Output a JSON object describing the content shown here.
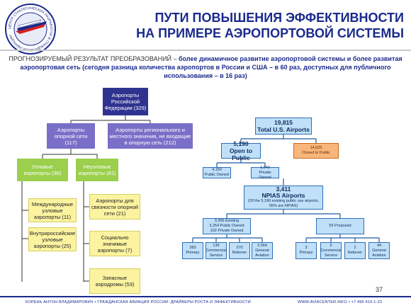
{
  "logo": {
    "ring_text": "ЦЕНТР СТРАТЕГИЧЕСКИХ РАЗРАБОТОК В ГРАЖДАНСКОЙ АВИАЦИИ"
  },
  "title": {
    "line1": "ПУТИ ПОВЫШЕНИЯ ЭФФЕКТИВНОСТИ",
    "line2": "НА ПРИМЕРЕ АЭРОПОРТОВОЙ СИСТЕМЫ"
  },
  "subtitle": {
    "lead": "ПРОГНОЗИРУЕМЫЙ РЕЗУЛЬТАТ ПРЕОБРАЗОВАНИЙ – ",
    "emphasis": "более динамичное развитие аэропортовой системы и более развитая аэропортовая сеть (сегодня разница количества аэропортов в России и США – в 60 раз, доступных для публичного использования – в 16 раз)"
  },
  "russia": {
    "root": "Аэропорты Российской Федерации (329)",
    "core": "Аэропорты опорной сети (117)",
    "regional": "Аэропорты регионального и местного значения, не входящие в опорную сеть (212)",
    "hub": "Узловые аэропорты (36)",
    "nonhub": "Неузловые аэропорты (81)",
    "international": "Международные узловые аэропорты (11)",
    "domestic": "Внутрироссийские узловые аэропорты (25)",
    "connectivity": "Аэропорты для связности опорной сети (21)",
    "social": "Социально значимые аэропорты (7)",
    "reserve": "Запасные аэродромы (53)"
  },
  "usa": {
    "total": {
      "num": "19,815",
      "label": "Total U.S. Airports"
    },
    "public": {
      "num": "5,190",
      "label": "Open to Public"
    },
    "closed": {
      "num": "14,625",
      "label": "Closed to Public"
    },
    "public_owned": {
      "num": "4,150",
      "label": "Public Owned"
    },
    "private_owned": {
      "num": "1,040",
      "label": "Private Owned"
    },
    "npias": {
      "num": "3,411",
      "label": "NPIAS Airports",
      "note": "(Of the 5,190 existing public use airports, 65% are NPIAS)"
    },
    "existing": {
      "l1": "3,356 Existing",
      "l2": "3,254 Public Owned",
      "l3": "102 Private Owned"
    },
    "proposed": {
      "l1": "55 Proposed"
    },
    "ex_primary": {
      "num": "383",
      "label": "Primary"
    },
    "ex_commercial": {
      "num": "139",
      "label": "Commercial Service"
    },
    "ex_reliever": {
      "num": "270",
      "label": "Reliever"
    },
    "ex_general": {
      "num": "2,564",
      "label": "General Aviation"
    },
    "pr_primary": {
      "num": "3",
      "label": "Primary"
    },
    "pr_commercial": {
      "num": "6",
      "label": "Commercial Service"
    },
    "pr_reliever": {
      "num": "2",
      "label": "Reliever"
    },
    "pr_general": {
      "num": "44",
      "label": "General Aviation"
    }
  },
  "page_number": "37",
  "footer": {
    "left": "КОРЕНЬ АНТОН ВЛАДИМИРОВИЧ • ГРАЖДАНСКАЯ АВИАЦИЯ РОССИИ: ДРАЙВЕРЫ РОСТА И ЭФФЕКТИВНОСТИ",
    "right": "WWW.AVIACENTER.INFO • +7 495 419-1-23"
  },
  "colors": {
    "navy": "#2f3390",
    "purple": "#7a6fc8",
    "green": "#9bcf4c",
    "yellow": "#fbf3a0",
    "us_blue": "#bfe0f8",
    "us_orange": "#f8b67a"
  }
}
